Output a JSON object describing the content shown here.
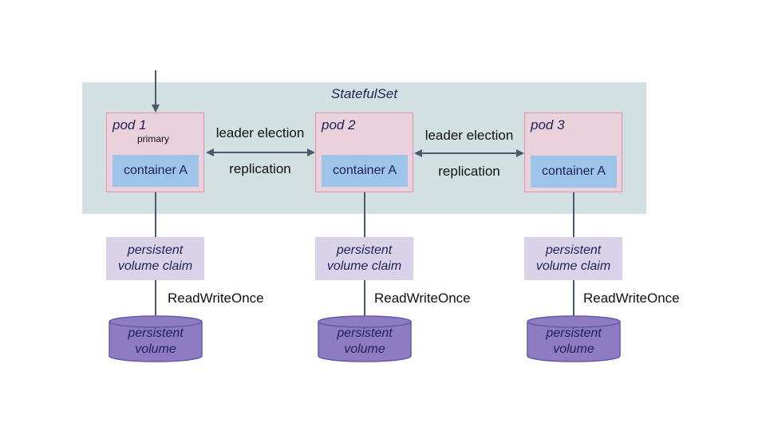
{
  "statefulset": {
    "label": "StatefulSet"
  },
  "pods": [
    {
      "label": "pod 1",
      "sublabel": "primary",
      "container": "container A",
      "claim": "persistent volume claim",
      "access_mode": "ReadWriteOnce",
      "volume": "persistent volume"
    },
    {
      "label": "pod 2",
      "sublabel": "",
      "container": "container A",
      "claim": "persistent volume claim",
      "access_mode": "ReadWriteOnce",
      "volume": "persistent volume"
    },
    {
      "label": "pod 3",
      "sublabel": "",
      "container": "container A",
      "claim": "persistent volume claim",
      "access_mode": "ReadWriteOnce",
      "volume": "persistent volume"
    }
  ],
  "links": [
    {
      "top": "leader election",
      "bottom": "replication"
    },
    {
      "top": "leader election",
      "bottom": "replication"
    }
  ],
  "colors": {
    "statefulset_bg": "#d2e0e2",
    "pod_bg": "#ead1dc",
    "pod_border": "#e28fb3",
    "container_bg": "#9fc4ea",
    "claim_bg": "#d9d2e9",
    "volume_fill": "#8e7cc3",
    "volume_border": "#6a57a8",
    "line": "#4a5a6e"
  }
}
